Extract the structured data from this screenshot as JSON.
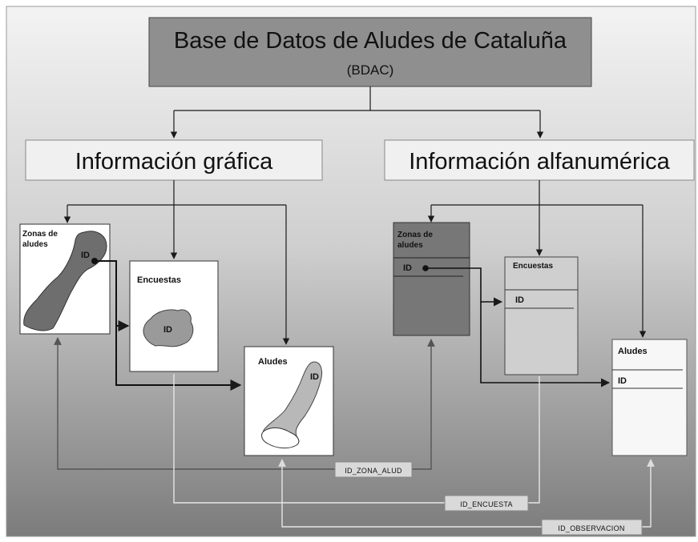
{
  "header": {
    "title": "Base de Datos de Aludes de Cataluña",
    "subtitle": "(BDAC)"
  },
  "branches": {
    "graphic": "Información gráfica",
    "alphanumeric": "Información alfanumérica"
  },
  "graphic": {
    "zonas_label_1": "Zonas de",
    "zonas_label_2": "aludes",
    "zonas_id": "ID",
    "encuestas_label": "Encuestas",
    "encuestas_id": "ID",
    "aludes_label": "Aludes",
    "aludes_id": "ID"
  },
  "tables": {
    "zonas_label_1": "Zonas de",
    "zonas_label_2": "aludes",
    "zonas_id": "ID",
    "encuestas_label": "Encuestas",
    "encuestas_id": "ID",
    "aludes_label": "Aludes",
    "aludes_id": "ID"
  },
  "keys": {
    "zona": "ID_ZONA_ALUD",
    "encuesta": "ID_ENCUESTA",
    "observacion": "ID_OBSERVACION"
  },
  "colors": {
    "background_top": "#f2f2f2",
    "background_bottom": "#7a7a7a",
    "title_box": "#8f8f8f",
    "branch_box": "#f0f0f0",
    "shape_dark": "#6e6e6e",
    "shape_light": "#9a9a9a"
  }
}
